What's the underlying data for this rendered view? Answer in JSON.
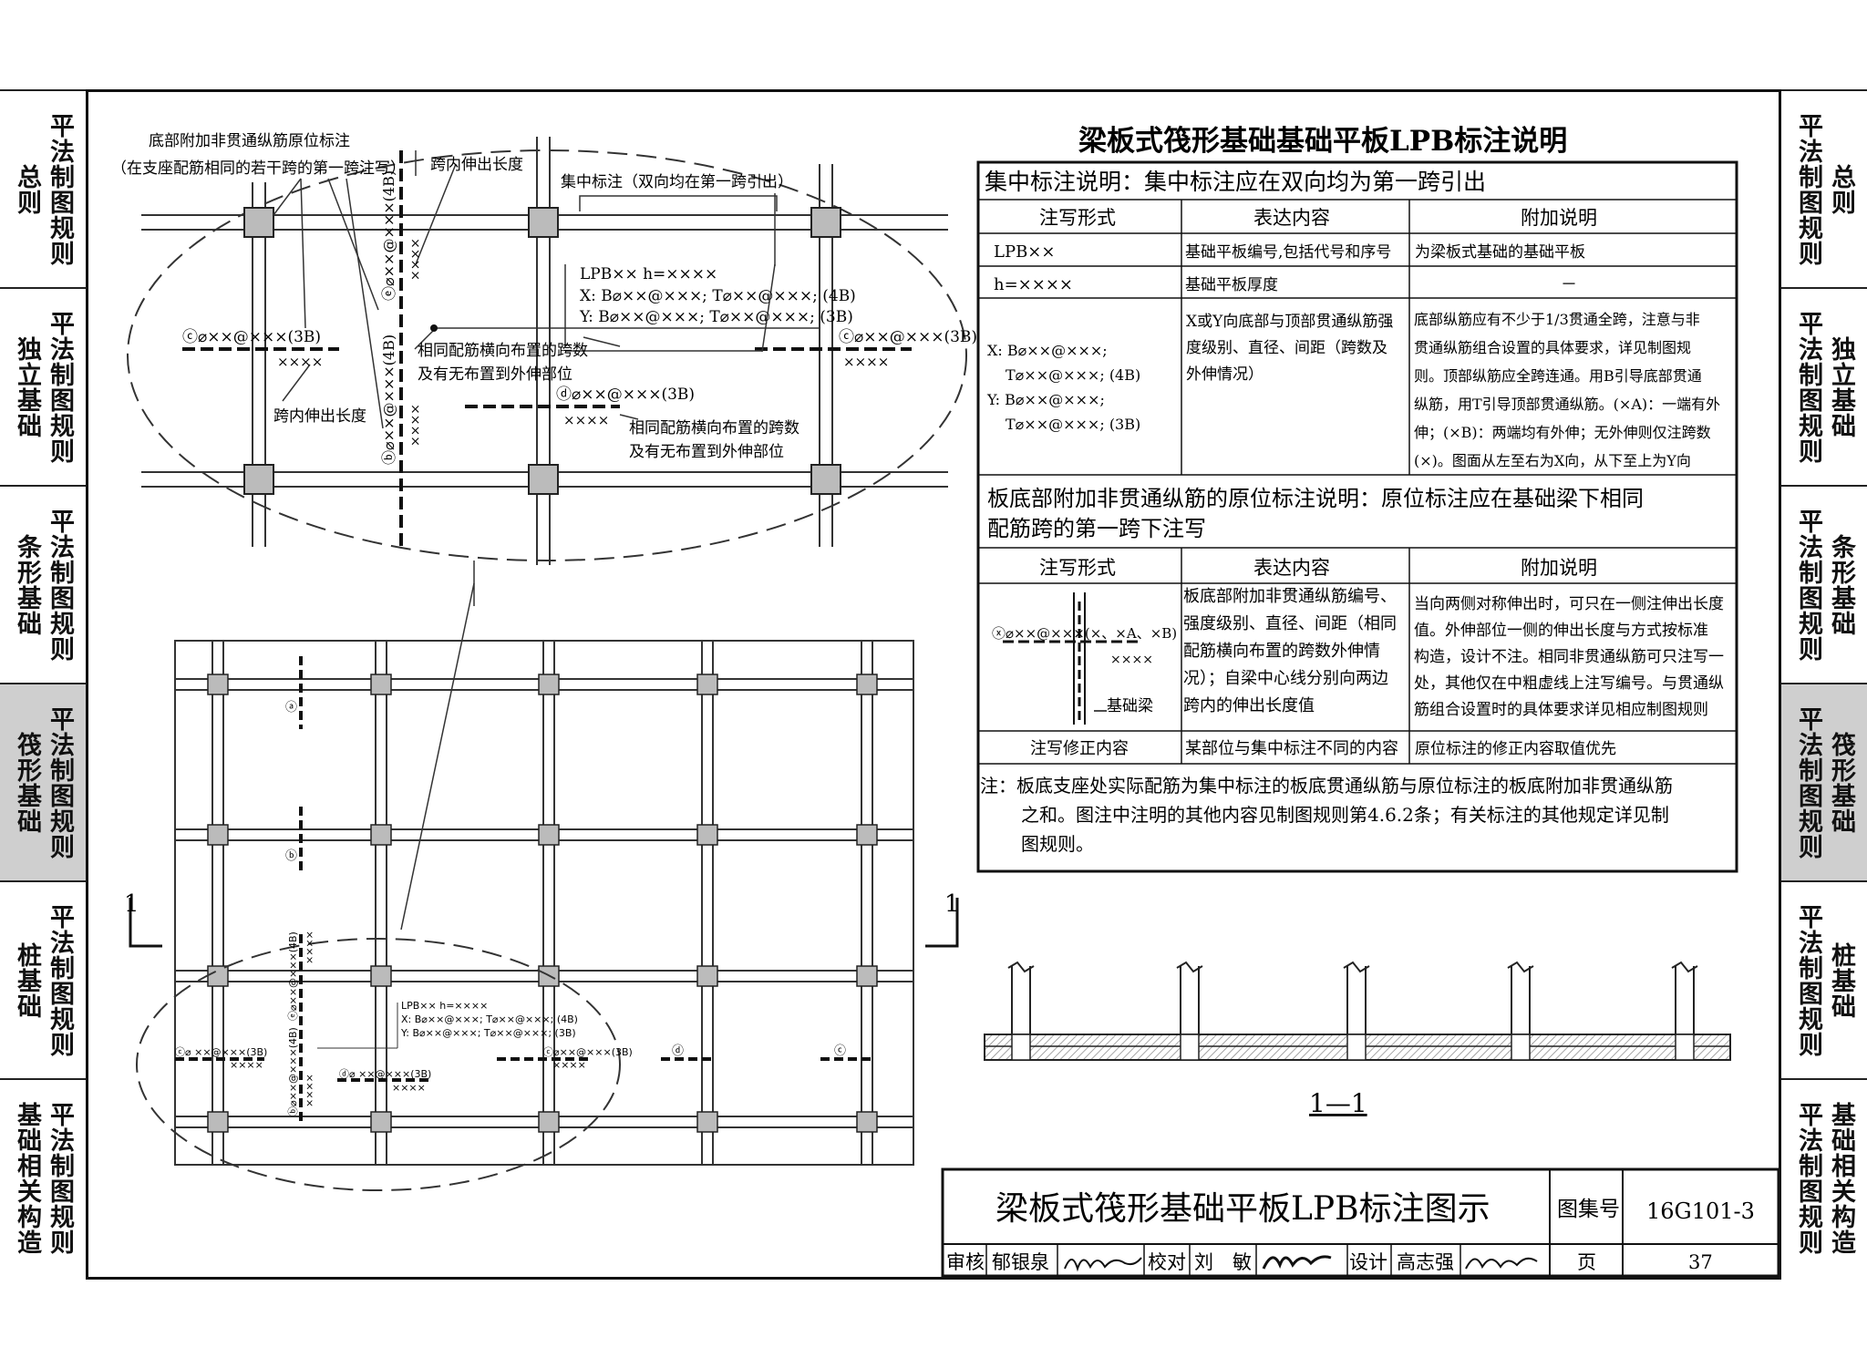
{
  "tabs_left": [
    {
      "col1": "总则",
      "col2": "平法制图规则",
      "active": false
    },
    {
      "col1": "独立基础",
      "col2": "平法制图规则",
      "active": false
    },
    {
      "col1": "条形基础",
      "col2": "平法制图规则",
      "active": false
    },
    {
      "col1": "筏形基础",
      "col2": "平法制图规则",
      "active": true
    },
    {
      "col1": "桩基础",
      "col2": "平法制图规则",
      "active": false
    },
    {
      "col1": "基础相关构造",
      "col2": "平法制图规则",
      "active": false
    }
  ],
  "tabs_right": [
    {
      "col1": "平法制图规则",
      "col2": "总则",
      "active": false
    },
    {
      "col1": "平法制图规则",
      "col2": "独立基础",
      "active": false
    },
    {
      "col1": "平法制图规则",
      "col2": "条形基础",
      "active": false
    },
    {
      "col1": "平法制图规则",
      "col2": "筏形基础",
      "active": true
    },
    {
      "col1": "平法制图规则",
      "col2": "桩基础",
      "active": false
    },
    {
      "col1": "平法制图规则",
      "col2": "基础相关构造",
      "active": false
    }
  ],
  "detail": {
    "callout_bottom_title": "底部附加非贯通纵筋原位标注",
    "callout_bottom_sub": "（在支座配筋相同的若干跨的第一跨注写）",
    "span_extension_top": "跨内伸出长度",
    "span_extension_left": "跨内伸出长度",
    "centralized_label": "集中标注（双向均在第一跨引出）",
    "lpb_line1": "LPB××  h=××××",
    "lpb_line2": "X: B⌀××@×××; T⌀××@×××; (4B)",
    "lpb_line3": "Y: B⌀××@×××; T⌀××@×××; (3B)",
    "note_same_bars_1": "相同配筋横向布置的跨数",
    "note_same_bars_2": "及有无布置到外伸部位",
    "bar_c_left": "ⓒ⌀××@×××(3B)",
    "bar_c_right": "ⓒ⌀××@×××(3B)",
    "bar_d": "ⓓ⌀××@×××(3B)",
    "bar_e_vert": "ⓔ⌀××@×××(4B)",
    "bar_b_vert": "ⓑ⌀××@×××(4B)",
    "xxxx": "××××"
  },
  "plan": {
    "section_mark": "1",
    "lpb_line1": "LPB××  h=××××",
    "lpb_line2": "X: B⌀××@×××; T⌀××@×××; (4B)",
    "lpb_line3": "Y: B⌀××@×××; T⌀××@×××; (3B)",
    "bar_a": "ⓐ",
    "bar_b": "ⓑ",
    "bar_c": "ⓒ",
    "bar_d": "ⓓ",
    "bar_cl": "ⓒ⌀ ××@×××(3B)",
    "bar_cr": "ⓒ⌀××@×××(3B)",
    "bar_dm": "ⓓ⌀ ××@×××(3B)",
    "bar_e_vert": "ⓔ⌀××@×××(4B)",
    "bar_b_vert": "ⓑ⌀××@×××(4B)",
    "xxxx": "××××"
  },
  "spec": {
    "title": "梁板式筏形基础基础平板LPB标注说明",
    "sec1_header": "集中标注说明：集中标注应在双向均为第一跨引出",
    "col_form": "注写形式",
    "col_content": "表达内容",
    "col_note": "附加说明",
    "r1": {
      "form": "LPB××",
      "content": "基础平板编号,包括代号和序号",
      "note": "为梁板式基础的基础平板"
    },
    "r2": {
      "form": "h=××××",
      "content": "基础平板厚度",
      "note": "－"
    },
    "r3": {
      "form": [
        "X: B⌀××@×××;",
        "T⌀××@×××; (4B)",
        "Y: B⌀××@×××;",
        "T⌀××@×××; (3B)"
      ],
      "content": [
        "X或Y向底部与顶部贯通纵筋强",
        "度级别、直径、间距（跨数及",
        "外伸情况）"
      ],
      "note": [
        "底部纵筋应有不少于1/3贯通全跨，注意与非",
        "贯通纵筋组合设置的具体要求，详见制图规",
        "则。顶部纵筋应全跨连通。用B引导底部贯通",
        "纵筋，用T引导顶部贯通纵筋。(×A)：一端有外",
        "伸；(×B)：两端均有外伸；无外伸则仅注跨数",
        "(×)。图面从左至右为X向，从下至上为Y向"
      ]
    },
    "sec2_header": [
      "板底部附加非贯通纵筋的原位标注说明：原位标注应在基础梁下相同",
      "配筋跨的第一跨下注写"
    ],
    "r4": {
      "form_bar": "ⓧ⌀××@×××(×、×A、×B)",
      "form_xxxx": "××××",
      "form_beam": "基础梁",
      "content": [
        "板底部附加非贯通纵筋编号、",
        "强度级别、直径、间距（相同",
        "配筋横向布置的跨数外伸情",
        "况）；自梁中心线分别向两边",
        "跨内的伸出长度值"
      ],
      "note": [
        "当向两侧对称伸出时，可只在一侧注伸出长度",
        "值。外伸部位一侧的伸出长度与方式按标准",
        "构造，设计不注。相同非贯通纵筋可只注写一",
        "处，其他仅在中粗虚线上注写编号。与贯通纵",
        "筋组合设置时的具体要求详见相应制图规则"
      ]
    },
    "r5": {
      "form": "注写修正内容",
      "content": "某部位与集中标注不同的内容",
      "note": "原位标注的修正内容取值优先"
    },
    "footnote": [
      "注：板底支座处实际配筋为集中标注的板底贯通纵筋与原位标注的板底附加非贯通纵筋",
      "之和。图注中注明的其他内容见制图规则第4.6.2条；有关标注的其他规定详见制",
      "图规则。"
    ]
  },
  "section": {
    "label": "1—1"
  },
  "title_block": {
    "title": "梁板式筏形基础平板LPB标注图示",
    "atlas_label": "图集号",
    "atlas_no": "16G101-3",
    "review_label": "审核",
    "reviewer": "郁银泉",
    "check_label": "校对",
    "checker": "刘　敏",
    "design_label": "设计",
    "designer": "高志强",
    "page_label": "页",
    "page_no": "37"
  }
}
